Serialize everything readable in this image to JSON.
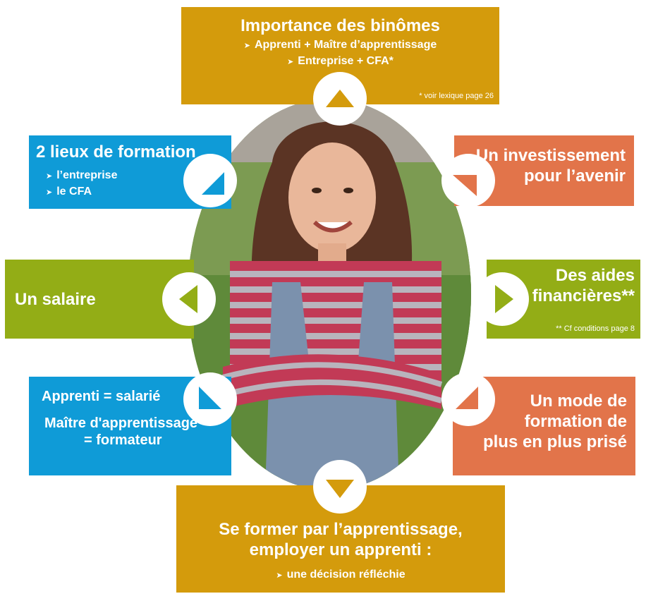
{
  "colors": {
    "gold": "#d49b0c",
    "blue": "#0f9bd7",
    "orange": "#e2744a",
    "green": "#93ad16"
  },
  "top": {
    "title": "Importance des binômes",
    "items": [
      "Apprenti + Maître d’apprentissage",
      "Entreprise + CFA*"
    ],
    "note": "* voir lexique page 26"
  },
  "left_upper": {
    "title": "2 lieux de formation",
    "items": [
      "l’entreprise",
      "le CFA"
    ]
  },
  "right_upper": {
    "lines": [
      "Un investissement",
      "pour l’avenir"
    ]
  },
  "left_middle": {
    "title": "Un salaire"
  },
  "right_middle": {
    "lines": [
      "Des aides",
      "financières**"
    ],
    "note": "** Cf conditions page 8"
  },
  "left_lower": {
    "line1": "Apprenti = salarié",
    "line2a": "Maître d'apprentissage",
    "line2b": "= formateur"
  },
  "right_lower": {
    "lines": [
      "Un mode de",
      "formation de",
      "plus en plus prisé"
    ]
  },
  "bottom": {
    "lines": [
      "Se former par l’apprentissage,",
      "employer un apprenti :"
    ],
    "item": "une décision réfléchie"
  }
}
